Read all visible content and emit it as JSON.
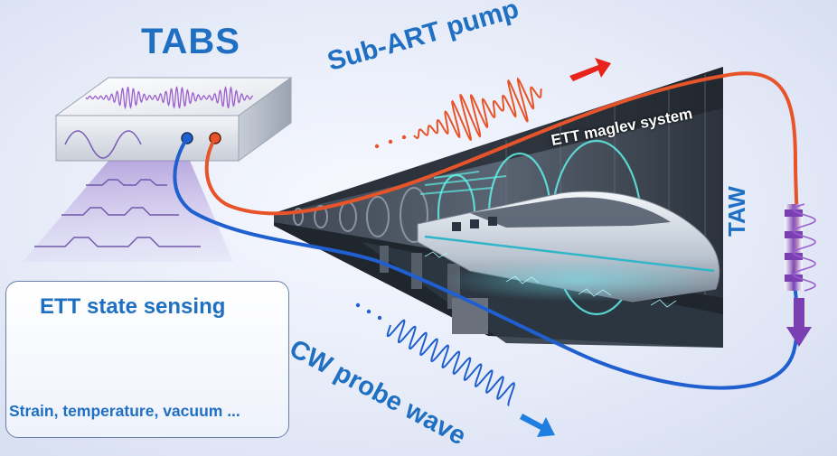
{
  "labels": {
    "system": "TABS",
    "pump": "Sub-ART pump",
    "probe": "CW probe wave",
    "acoustic_wave": "TAW",
    "maglev": "ETT maglev system"
  },
  "sensing": {
    "title": "ETT state sensing",
    "parameters": "Strain, temperature, vacuum ..."
  },
  "colors": {
    "pump": "#e8542a",
    "probe": "#1f5fd0",
    "text": "#1f6fc2",
    "acoustic": "#7a3fb0"
  }
}
